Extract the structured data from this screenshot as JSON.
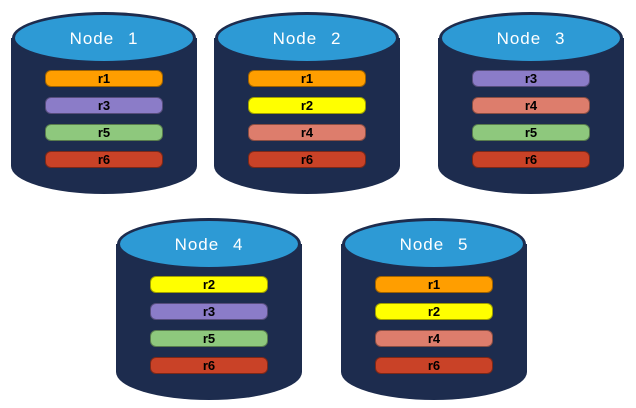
{
  "diagram": {
    "description_colors": {
      "cylinder_body": "#1D2C4E",
      "cylinder_top": "#2D9AD5",
      "node_label_text": "#FFFFFF",
      "replica_text": "#000000"
    },
    "replica_colors": {
      "r1": "#FF9E00",
      "r2": "#FFFF00",
      "r3": "#8B7CC8",
      "r4": "#DD7D6C",
      "r5": "#8EC87D",
      "r6": "#C94227"
    },
    "nodes": [
      {
        "label": "Node 1",
        "replicas": [
          "r1",
          "r3",
          "r5",
          "r6"
        ]
      },
      {
        "label": "Node 2",
        "replicas": [
          "r1",
          "r2",
          "r4",
          "r6"
        ]
      },
      {
        "label": "Node 3",
        "replicas": [
          "r3",
          "r4",
          "r5",
          "r6"
        ]
      },
      {
        "label": "Node 4",
        "replicas": [
          "r2",
          "r3",
          "r5",
          "r6"
        ]
      },
      {
        "label": "Node 5",
        "replicas": [
          "r1",
          "r2",
          "r4",
          "r6"
        ]
      }
    ]
  }
}
